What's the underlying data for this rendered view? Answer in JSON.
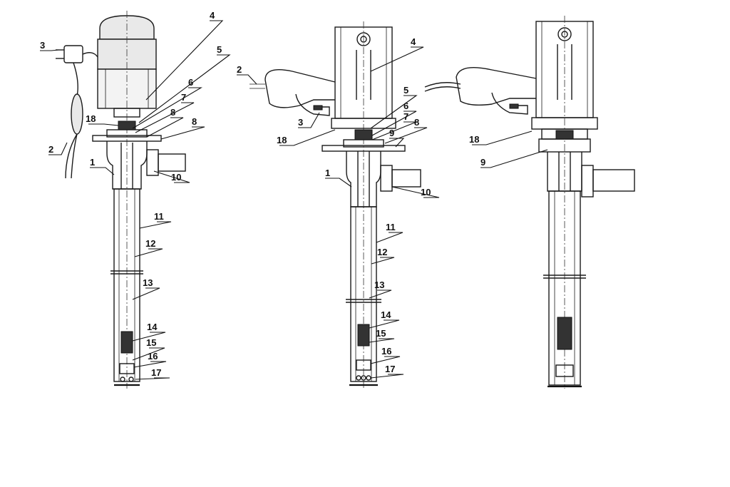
{
  "drawings": [
    {
      "id": "pump-a",
      "labels": [
        {
          "text": "1"
        },
        {
          "text": "2"
        },
        {
          "text": "3"
        },
        {
          "text": "4"
        },
        {
          "text": "5"
        },
        {
          "text": "6"
        },
        {
          "text": "7"
        },
        {
          "text": "8"
        },
        {
          "text": "8"
        },
        {
          "text": "10"
        },
        {
          "text": "11"
        },
        {
          "text": "12"
        },
        {
          "text": "13"
        },
        {
          "text": "14"
        },
        {
          "text": "15"
        },
        {
          "text": "16"
        },
        {
          "text": "17"
        },
        {
          "text": "18"
        }
      ]
    },
    {
      "id": "pump-b",
      "labels": [
        {
          "text": "1"
        },
        {
          "text": "2"
        },
        {
          "text": "3"
        },
        {
          "text": "4"
        },
        {
          "text": "5"
        },
        {
          "text": "6"
        },
        {
          "text": "7"
        },
        {
          "text": "8"
        },
        {
          "text": "9"
        },
        {
          "text": "10"
        },
        {
          "text": "11"
        },
        {
          "text": "12"
        },
        {
          "text": "13"
        },
        {
          "text": "14"
        },
        {
          "text": "15"
        },
        {
          "text": "16"
        },
        {
          "text": "17"
        },
        {
          "text": "18"
        }
      ]
    },
    {
      "id": "pump-c",
      "labels": [
        {
          "text": "18"
        },
        {
          "text": "9"
        }
      ]
    }
  ]
}
